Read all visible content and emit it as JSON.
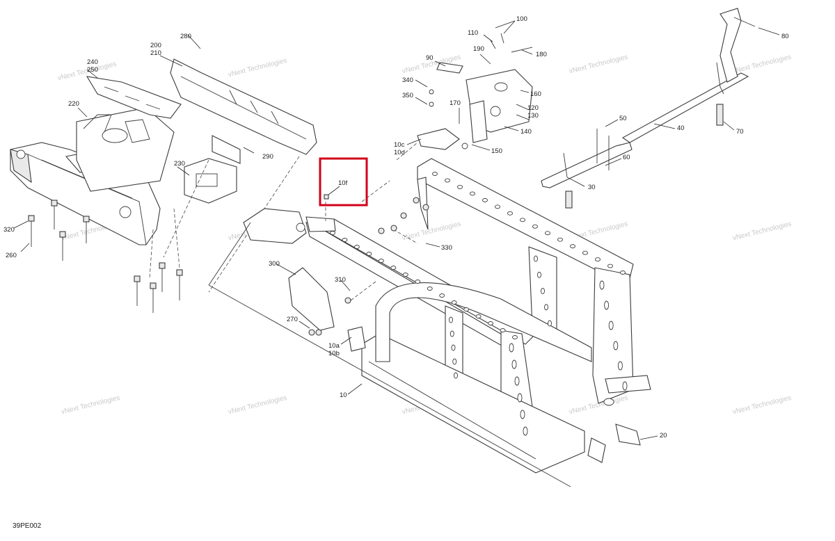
{
  "diagram_ref": "39PE002",
  "watermark": "vNext Technologies",
  "highlight": {
    "label": "10f",
    "color": "#d0021b"
  },
  "callouts": [
    "10",
    "10a",
    "10b",
    "10c",
    "10d",
    "10f",
    "20",
    "30",
    "40",
    "50",
    "60",
    "70",
    "80",
    "90",
    "100",
    "110",
    "120",
    "130",
    "140",
    "150",
    "160",
    "170",
    "180",
    "190",
    "200",
    "210",
    "220",
    "230",
    "240",
    "250",
    "260",
    "270",
    "280",
    "290",
    "300",
    "310",
    "320",
    "330",
    "340",
    "350"
  ]
}
